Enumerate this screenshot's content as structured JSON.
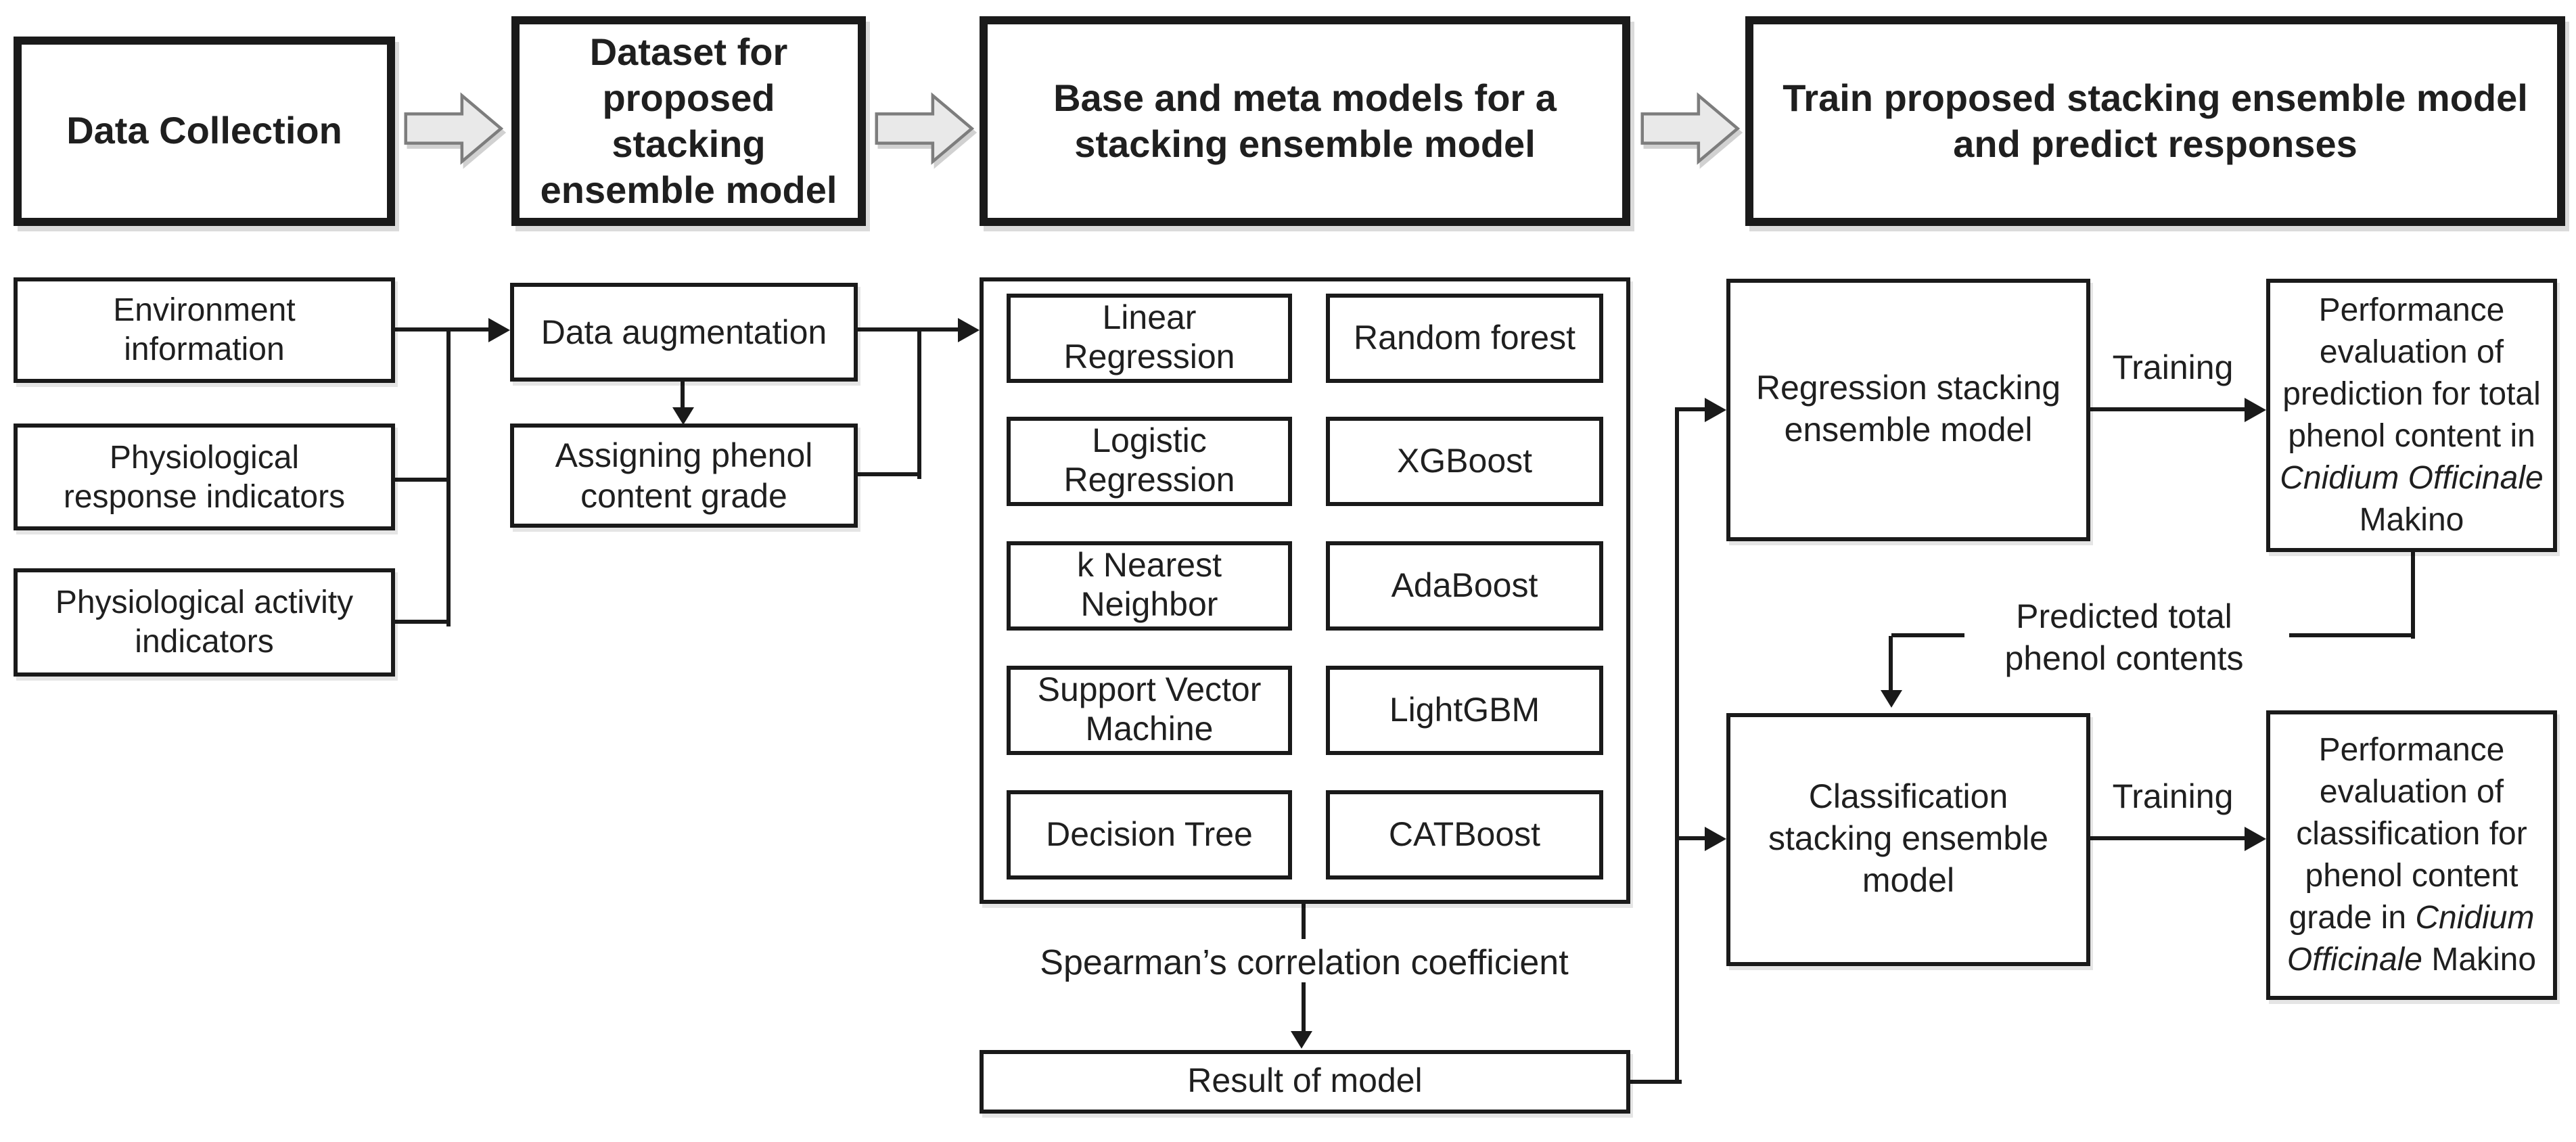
{
  "figure": {
    "stages": [
      {
        "label": "Data Collection"
      },
      {
        "label": "Dataset for\nproposed\nstacking\nensemble model"
      },
      {
        "label": "Base and meta models for a\nstacking ensemble model"
      },
      {
        "label": "Train proposed stacking ensemble model\nand predict responses"
      }
    ],
    "data_sources": [
      "Environment\ninformation",
      "Physiological\nresponse indicators",
      "Physiological activity\nindicators"
    ],
    "dataset_steps": [
      "Data augmentation",
      "Assigning phenol\ncontent grade"
    ],
    "base_models": [
      "Linear\nRegression",
      "Logistic\nRegression",
      "k Nearest\nNeighbor",
      "Support Vector\nMachine",
      "Decision Tree"
    ],
    "meta_models": [
      "Random forest",
      "XGBoost",
      "AdaBoost",
      "LightGBM",
      "CATBoost"
    ],
    "spearman_label": "Spearman’s correlation coefficient",
    "result_label": "Result of model",
    "regression_model_label": "Regression stacking\nensemble model",
    "classification_model_label": "Classification\nstacking ensemble\nmodel",
    "training_top_label": "Training",
    "training_bottom_label": "Training",
    "predicted_label": "Predicted total\nphenol contents",
    "performance_regression": [
      {
        "t": "Performance\nevaluation of\nprediction for total\nphenol content in\n"
      },
      {
        "t": "Cnidium Officinale",
        "i": true
      },
      {
        "t": "\nMakino"
      }
    ],
    "performance_classification": [
      {
        "t": "Performance\nevaluation of\nclassification for\nphenol content\ngrade in "
      },
      {
        "t": "Cnidium\nOfficinale",
        "i": true
      },
      {
        "t": " Makino"
      }
    ]
  },
  "colors": {
    "line": "#1a1a1a",
    "box_border": "#1a1a1a",
    "arrow_fill": "#e9e9e9",
    "arrow_stroke": "#7d7d7d",
    "text": "#1f1f1f",
    "background": "#ffffff"
  }
}
